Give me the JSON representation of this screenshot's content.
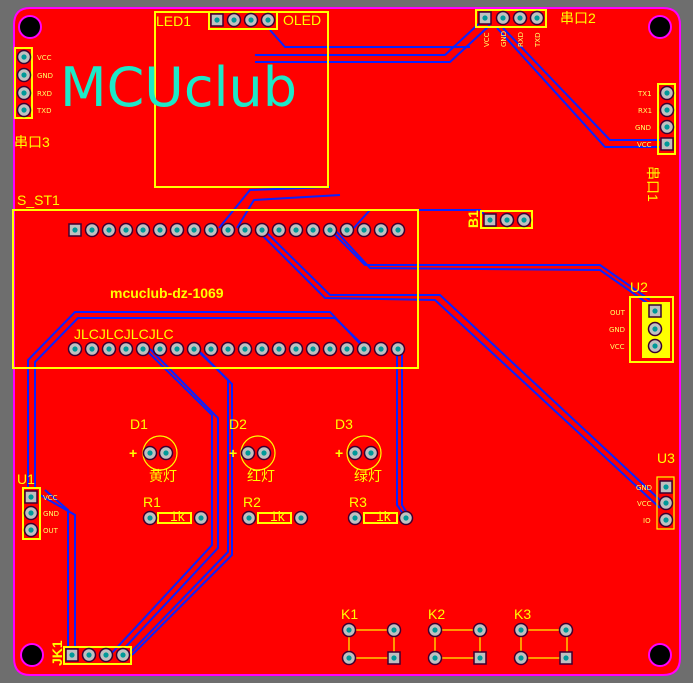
{
  "colors": {
    "background": "#6e6e6e",
    "board": "#ff0000",
    "outline": "#ff00ff",
    "silkscreen": "#ffff00",
    "trace": "#0a22ff",
    "pad": "#c0c0c0",
    "drill": "#009999",
    "logo": "#1de9c8"
  },
  "logo_text": "MCUclub",
  "board_name": "mcuclub-dz-1069",
  "jlc_marker": "JLCJLCJLCJLC",
  "components": {
    "led1": {
      "designator": "LED1",
      "value": "OLED"
    },
    "uart3": {
      "designator": "串口3",
      "pins": [
        "VCC",
        "GND",
        "RXD",
        "TXD"
      ]
    },
    "uart2": {
      "designator": "串口2",
      "pins": [
        "VCC",
        "GND",
        "RXD",
        "TXD"
      ]
    },
    "uart1": {
      "designator": "串口1",
      "pins": [
        "TX1",
        "RX1",
        "GND",
        "VCC"
      ]
    },
    "b1": {
      "designator": "B1"
    },
    "s_st1": {
      "designator": "S_ST1"
    },
    "u1": {
      "designator": "U1",
      "pins": [
        "VCC",
        "GND",
        "OUT"
      ]
    },
    "u2": {
      "designator": "U2",
      "pins": [
        "OUT",
        "GND",
        "VCC"
      ]
    },
    "u3": {
      "designator": "U3",
      "pins": [
        "GND",
        "VCC",
        "IO"
      ]
    },
    "d1": {
      "designator": "D1",
      "polarity": "+",
      "value": "黄灯"
    },
    "d2": {
      "designator": "D2",
      "polarity": "+",
      "value": "红灯"
    },
    "d3": {
      "designator": "D3",
      "polarity": "+",
      "value": "绿灯"
    },
    "r1": {
      "designator": "R1",
      "value": "1k"
    },
    "r2": {
      "designator": "R2",
      "value": "1k"
    },
    "r3": {
      "designator": "R3",
      "value": "1k"
    },
    "k1": {
      "designator": "K1"
    },
    "k2": {
      "designator": "K2"
    },
    "k3": {
      "designator": "K3"
    },
    "jk1": {
      "designator": "JK1"
    }
  }
}
